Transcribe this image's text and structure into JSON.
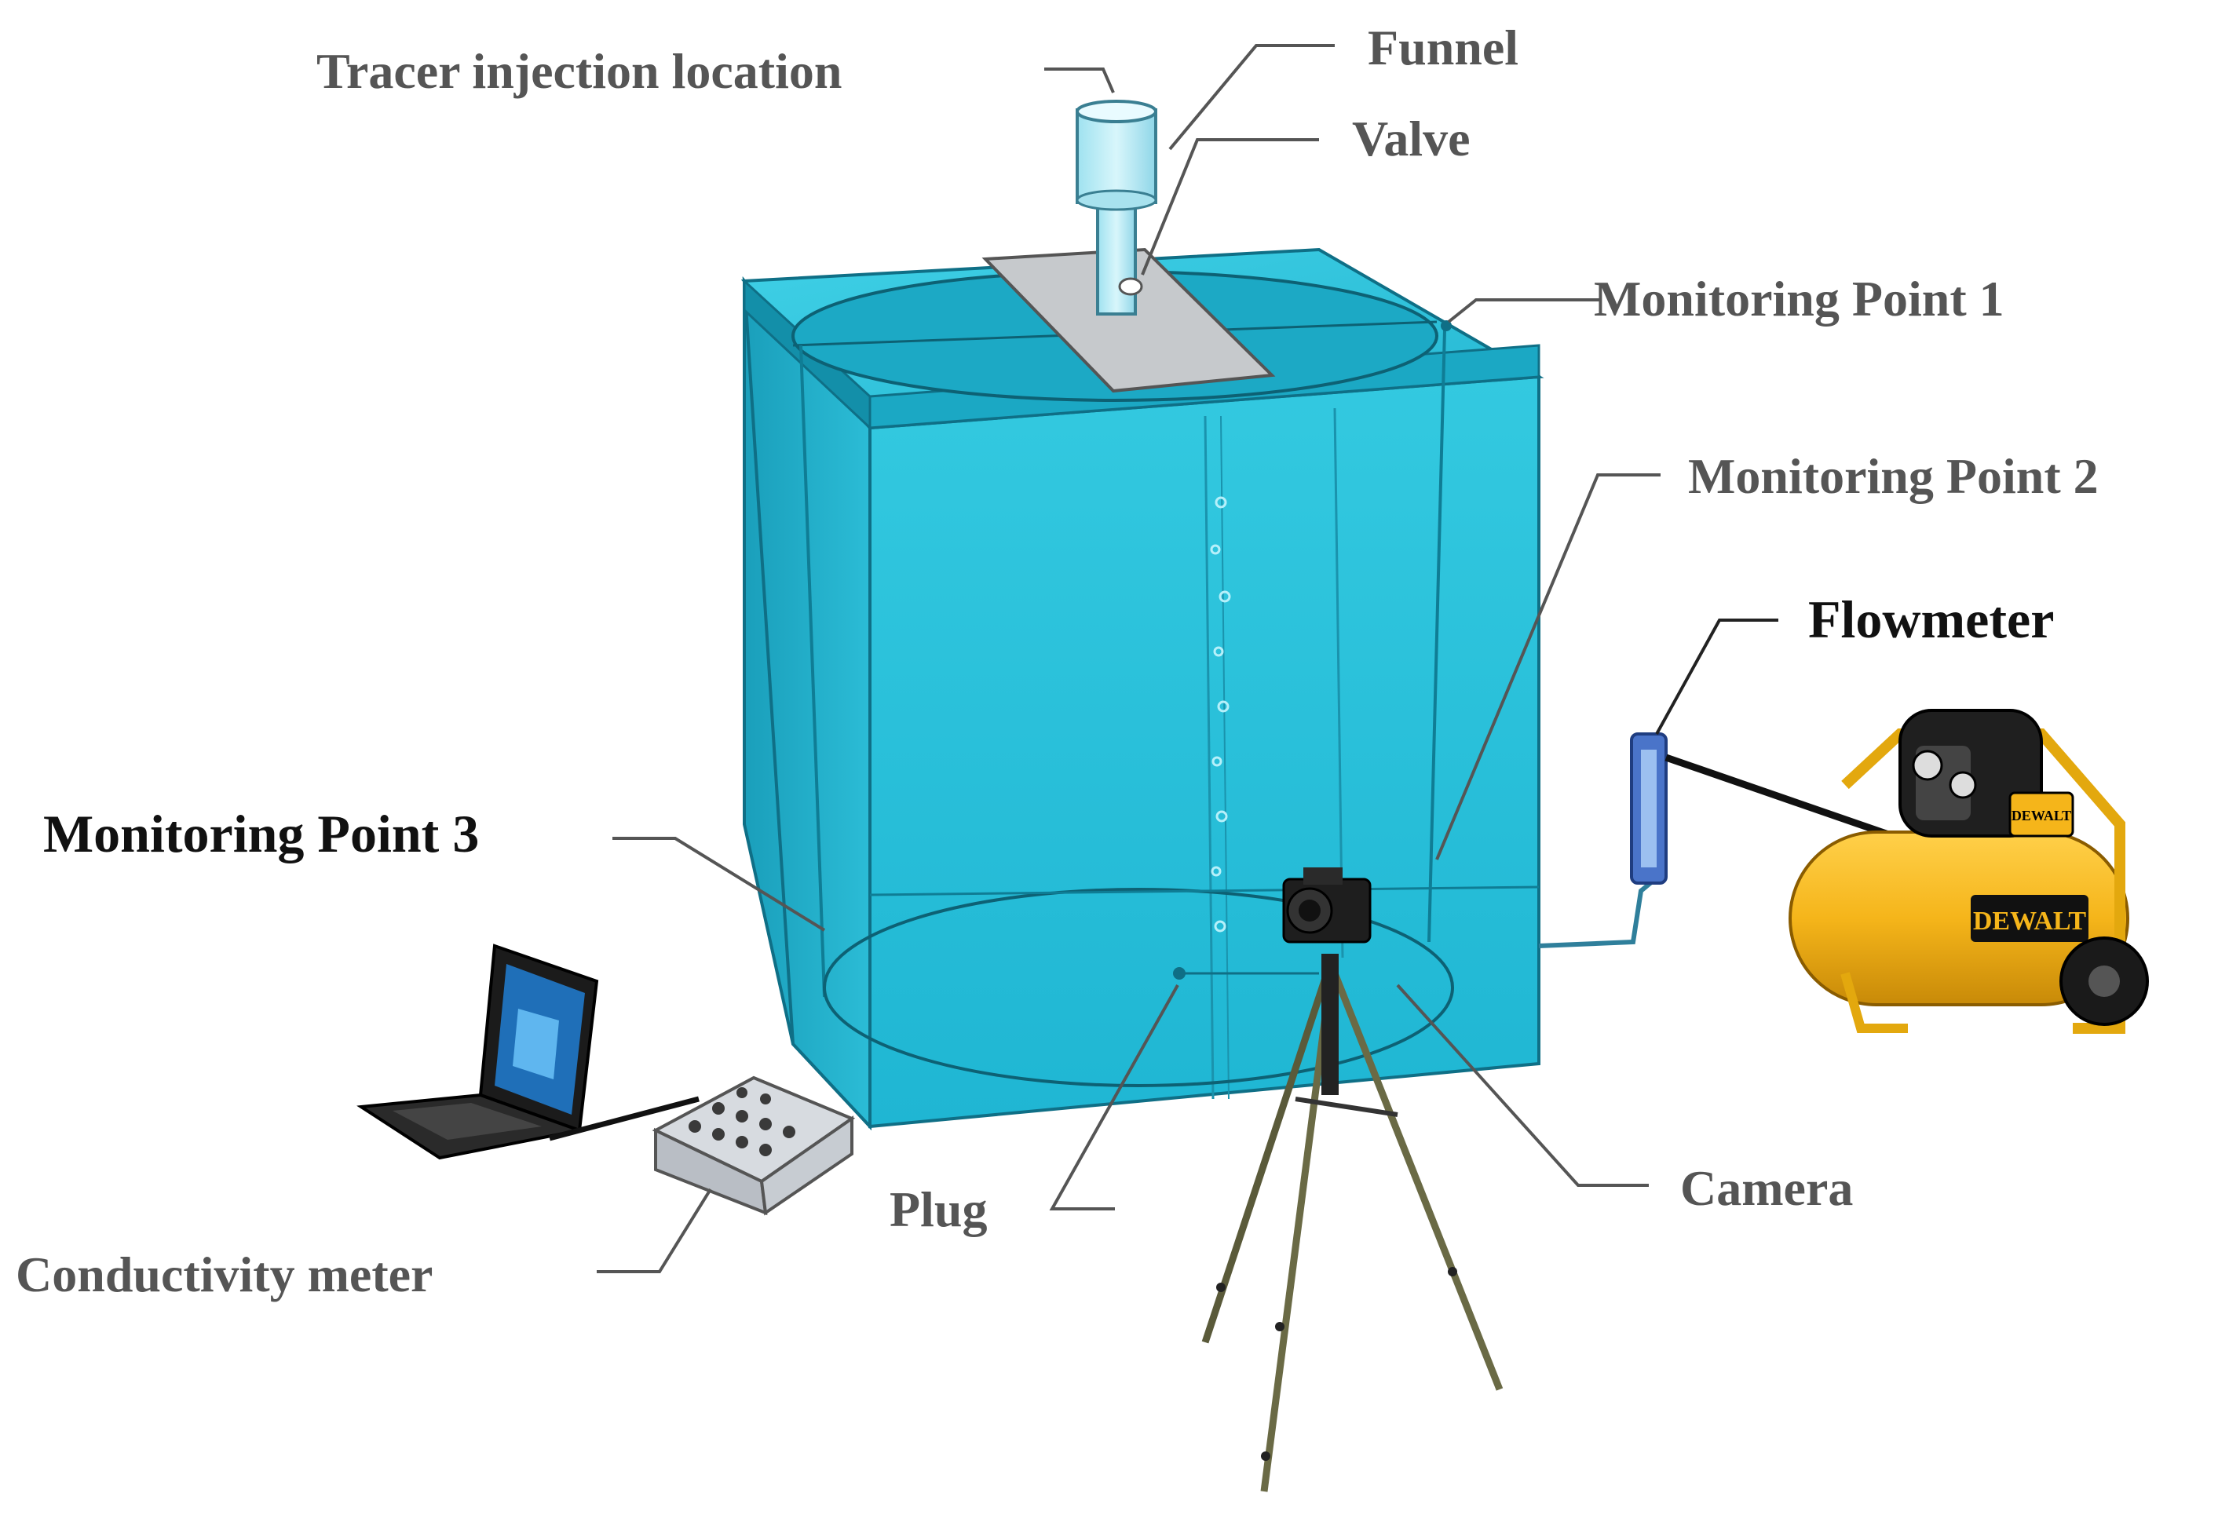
{
  "labels": {
    "tracer_injection": "Tracer injection location",
    "funnel": "Funnel",
    "valve": "Valve",
    "monitoring_point_1": "Monitoring Point 1",
    "monitoring_point_2": "Monitoring Point 2",
    "monitoring_point_3": "Monitoring Point 3",
    "flowmeter": "Flowmeter",
    "camera": "Camera",
    "plug": "Plug",
    "conductivity_meter": "Conductivity meter"
  },
  "compressor": {
    "brand": "DEWALT"
  },
  "colors": {
    "water": "#29c3dc",
    "water_dark": "#1697b0",
    "compressor": "#f5b51a",
    "label_gray": "#555555",
    "label_black": "#111111"
  }
}
